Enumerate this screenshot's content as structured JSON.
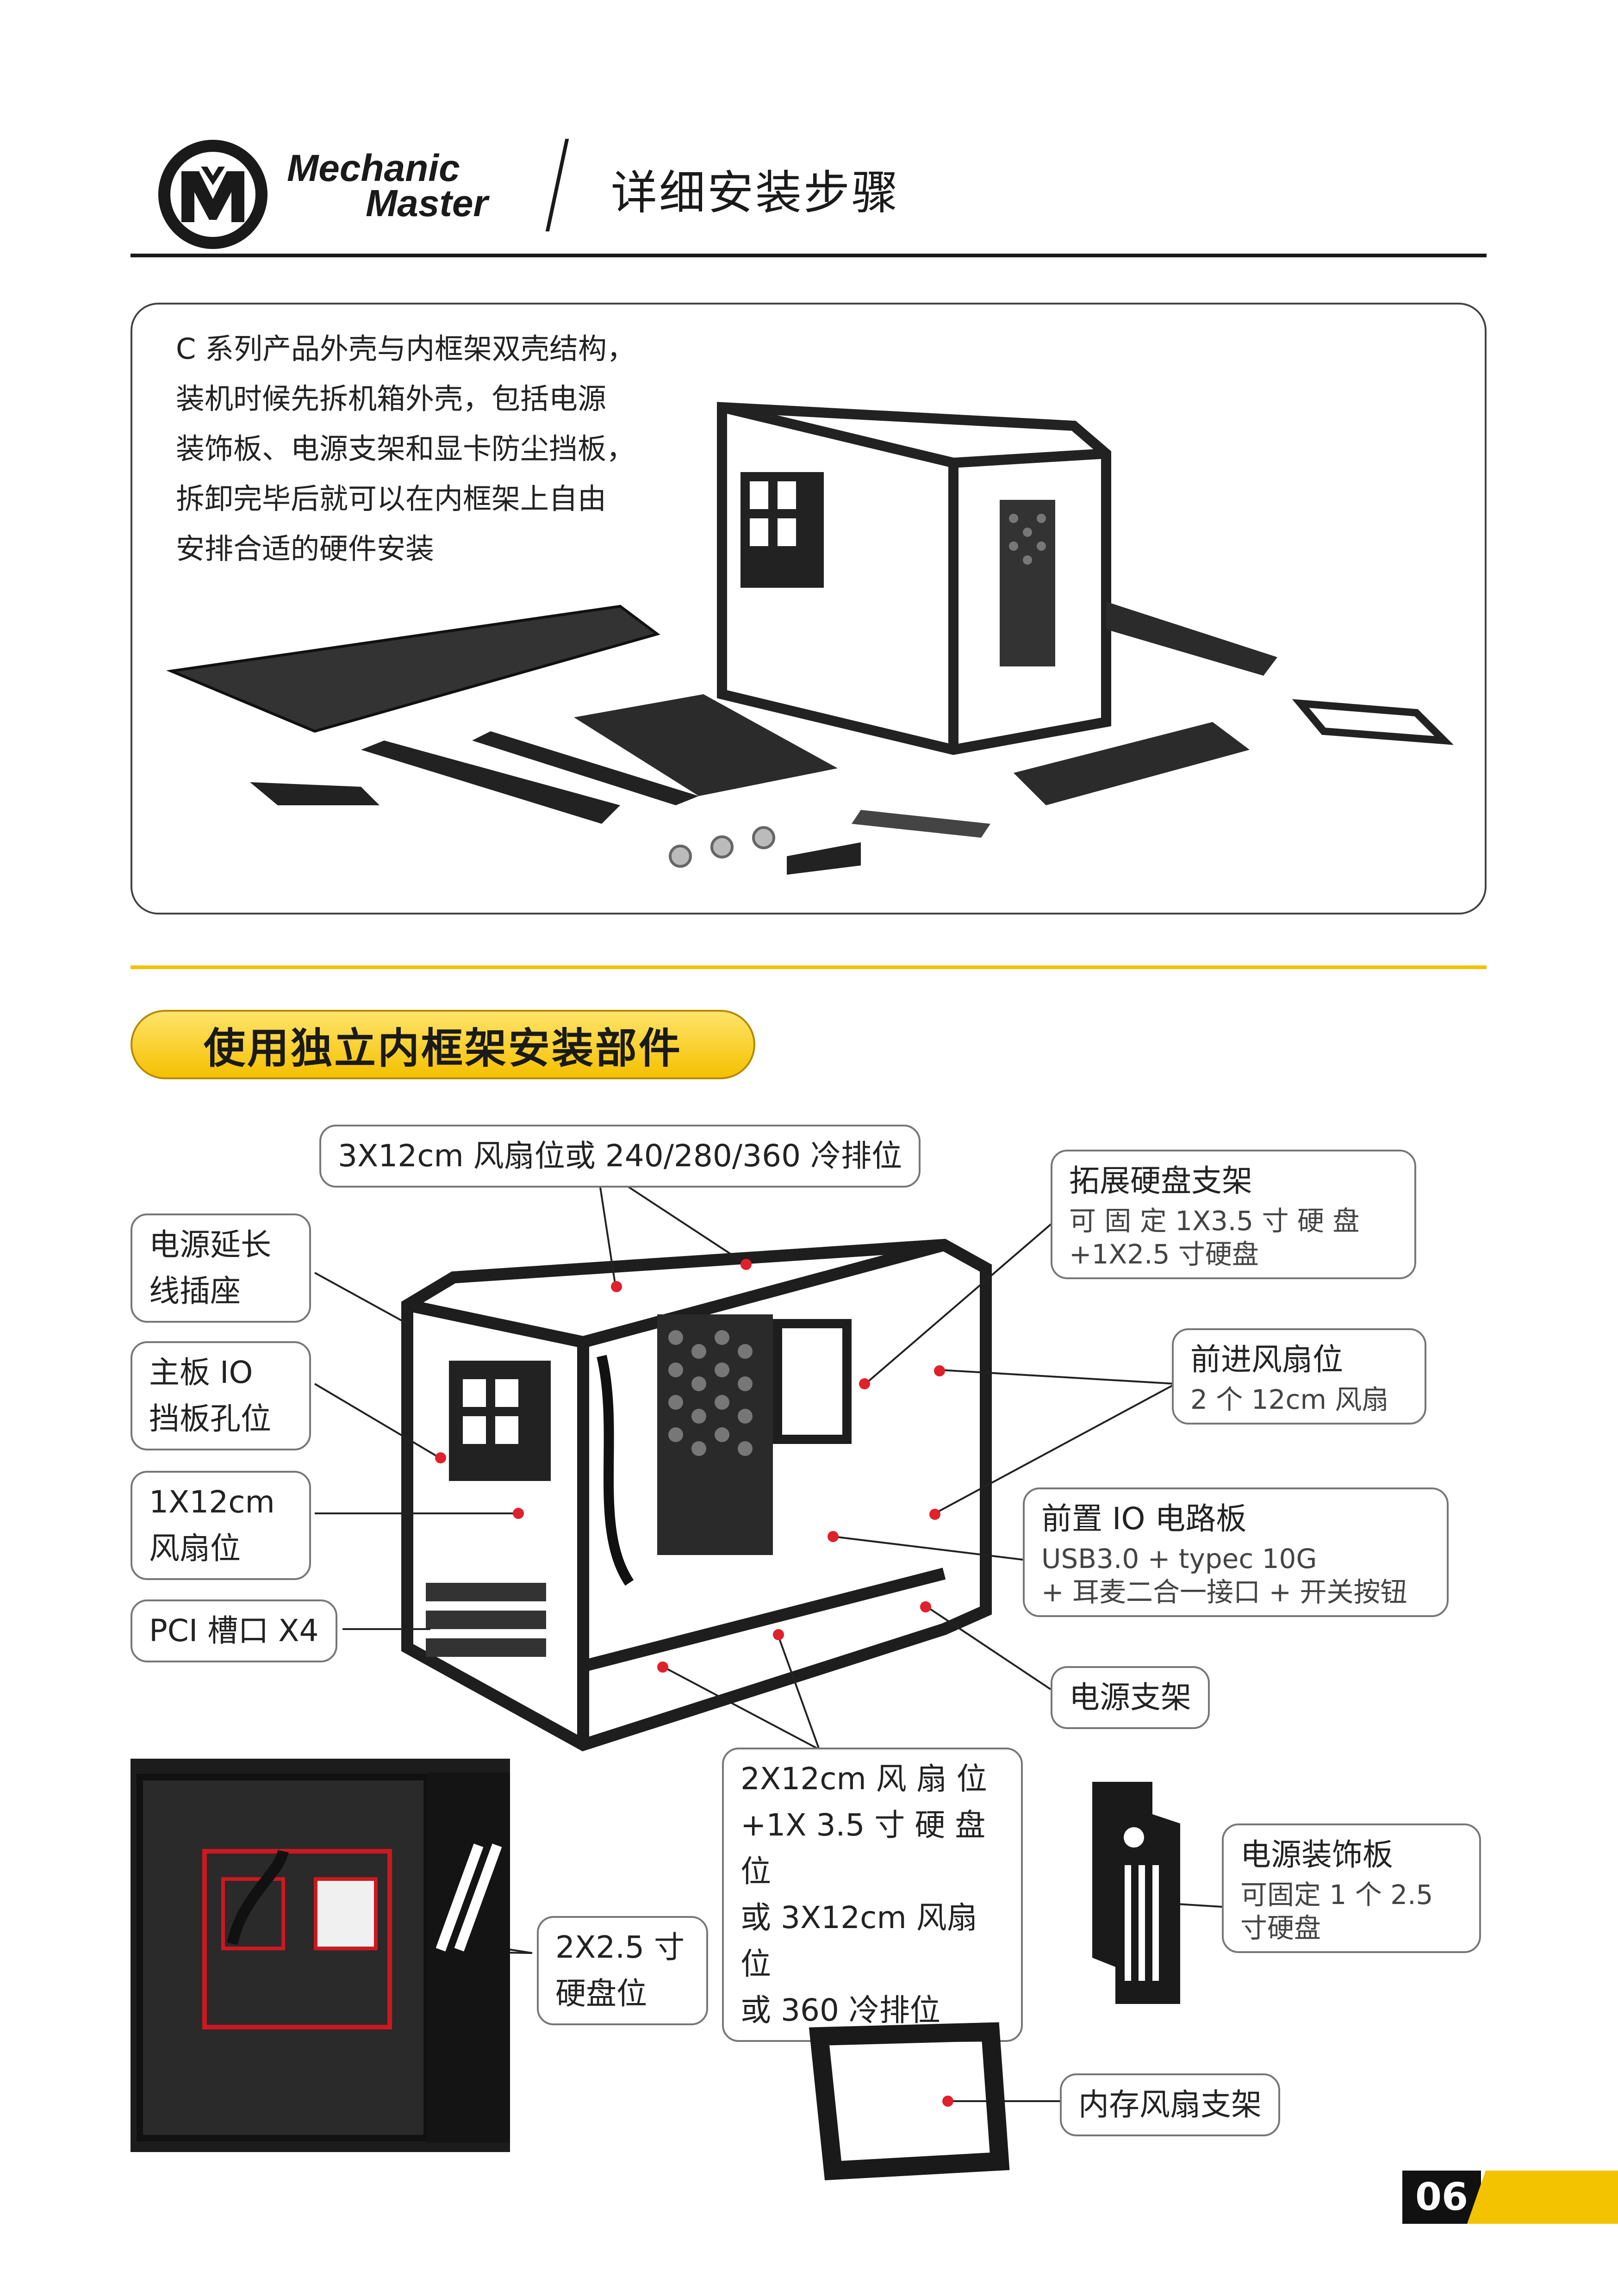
{
  "header": {
    "brand_line1": "Mechanic",
    "brand_line2": "Master",
    "title": "详细安装步骤"
  },
  "intro": {
    "lines": [
      "C 系列产品外壳与内框架双壳结构，",
      "装机时候先拆机箱外壳，包括电源",
      "装饰板、电源支架和显卡防尘挡板，",
      "拆卸完毕后就可以在内框架上自由",
      "安排合适的硬件安装"
    ]
  },
  "section": {
    "title": "使用独立内框架安装部件"
  },
  "labels": {
    "top_fan": "3X12cm 风扇位或 240/280/360 冷排位",
    "ext_hdd_title": "拓展硬盘支架",
    "ext_hdd_sub1": "可 固 定 1X3.5 寸 硬 盘",
    "ext_hdd_sub2": "+1X2.5 寸硬盘",
    "psu_ext_1": "电源延长",
    "psu_ext_2": "线插座",
    "io_1": "主板 IO",
    "io_2": "挡板孔位",
    "front_fan_title": "前进风扇位",
    "front_fan_sub": "2 个 12cm 风扇",
    "rear_fan_1": "1X12cm",
    "rear_fan_2": "风扇位",
    "front_io_title": "前置 IO 电路板",
    "front_io_sub1": "USB3.0 + typec 10G",
    "front_io_sub2": "+ 耳麦二合一接口 + 开关按钮",
    "pci": "PCI 槽口 X4",
    "psu_bracket": "电源支架",
    "bottom_1": "2X12cm 风 扇 位",
    "bottom_2": "+1X 3.5 寸 硬 盘 位",
    "bottom_3": "或 3X12cm 风扇位",
    "bottom_4": "或 360 冷排位",
    "ssd_1": "2X2.5 寸",
    "ssd_2": "硬盘位",
    "psu_cover_title": "电源装饰板",
    "psu_cover_sub1": "可固定 1 个 2.5",
    "psu_cover_sub2": "寸硬盘",
    "ram_fan": "内存风扇支架"
  },
  "footer": {
    "page": "06"
  },
  "colors": {
    "accent": "#f3c300",
    "marker": "#e0202a",
    "dark": "#1a1a1a"
  }
}
